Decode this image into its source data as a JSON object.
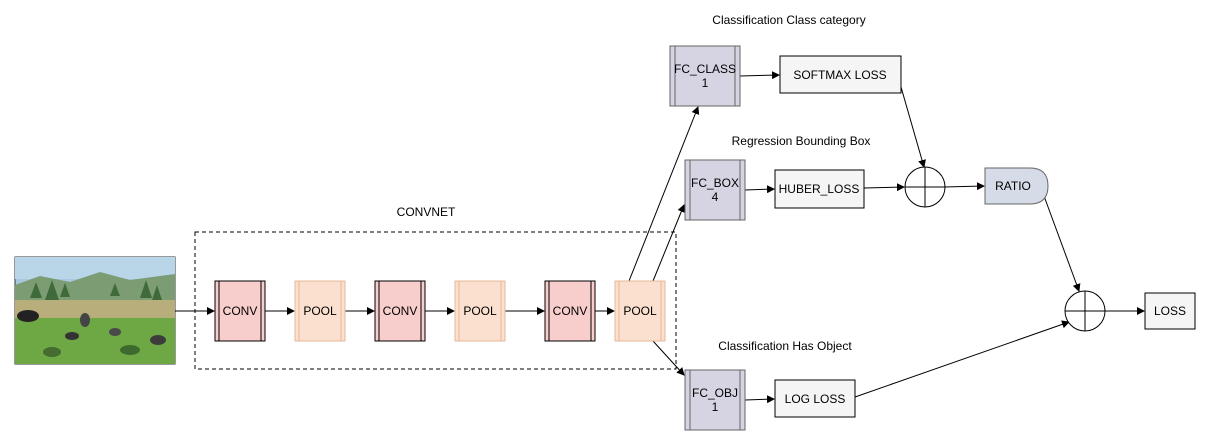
{
  "titles": {
    "convnet": "CONVNET",
    "class_category": "Classification Class category",
    "regression_bbox": "Regression Bounding Box",
    "has_object": "Classification Has Object"
  },
  "convnet_layers": [
    "CONV",
    "POOL",
    "CONV",
    "POOL",
    "CONV",
    "POOL"
  ],
  "fc": {
    "class": {
      "line1": "FC_CLASS",
      "line2": "1"
    },
    "box": {
      "line1": "FC_BOX",
      "line2": "4"
    },
    "obj": {
      "line1": "FC_OBJ",
      "line2": "1"
    }
  },
  "losses": {
    "softmax": "SOFTMAX LOSS",
    "huber": "HUBER_LOSS",
    "log": "LOG LOSS",
    "ratio": "RATIO",
    "total": "LOSS"
  },
  "colors": {
    "conv_fill": "#f8cecc",
    "pool_fill": "#fce0cf",
    "pool_stroke": "#e8b896",
    "fc_fill": "#d6d4e3",
    "loss_fill": "#f5f5f5",
    "ratio_fill": "#d6dbe8",
    "sky": "#a9c8de",
    "grass": "#6ea844"
  }
}
